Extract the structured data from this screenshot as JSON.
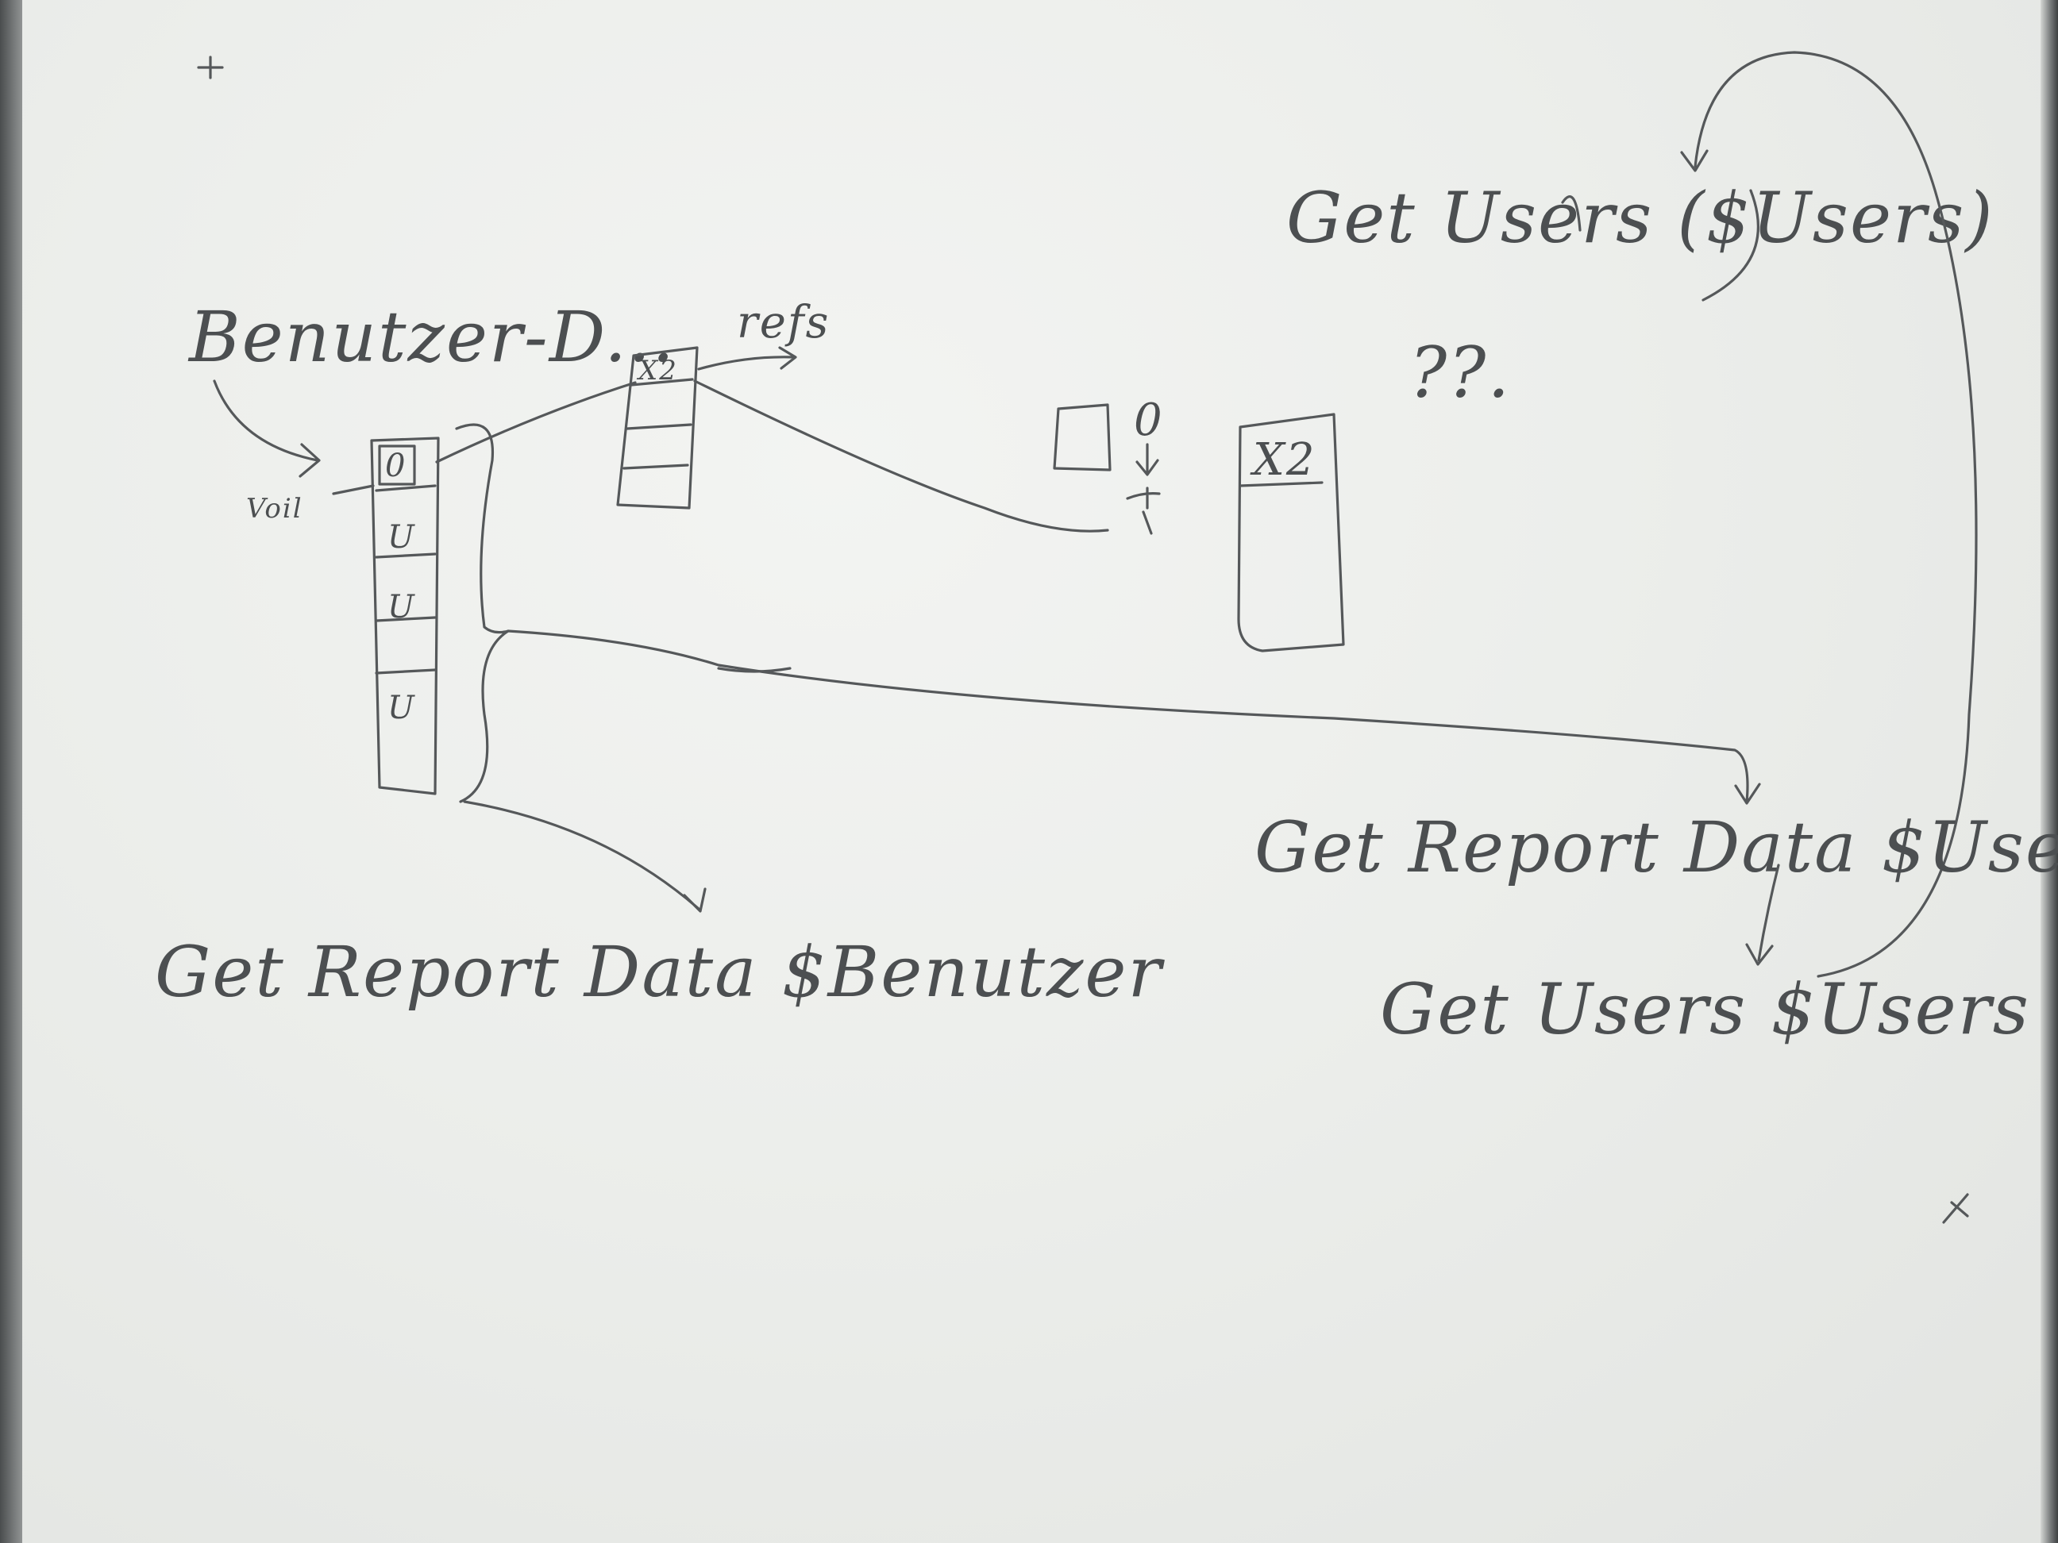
{
  "labels": {
    "benutzer": "Benutzer-D...",
    "voil": "Voil",
    "refs": "refs",
    "x2_left": "X2",
    "x2_right": "X2",
    "question": "??.",
    "cell_u": "U",
    "cell_null": "0",
    "stick_top": "0",
    "get_users_top": "Get Users ($Users)",
    "get_report_right": "Get Report Data  $Users",
    "get_users_bottom": "Get Users  $Users",
    "get_report_left": "Get Report Data  $Benutzer"
  },
  "colors": {
    "ink": "#55585a",
    "board": "#eceeeb",
    "frame": "#5a5d5e"
  }
}
